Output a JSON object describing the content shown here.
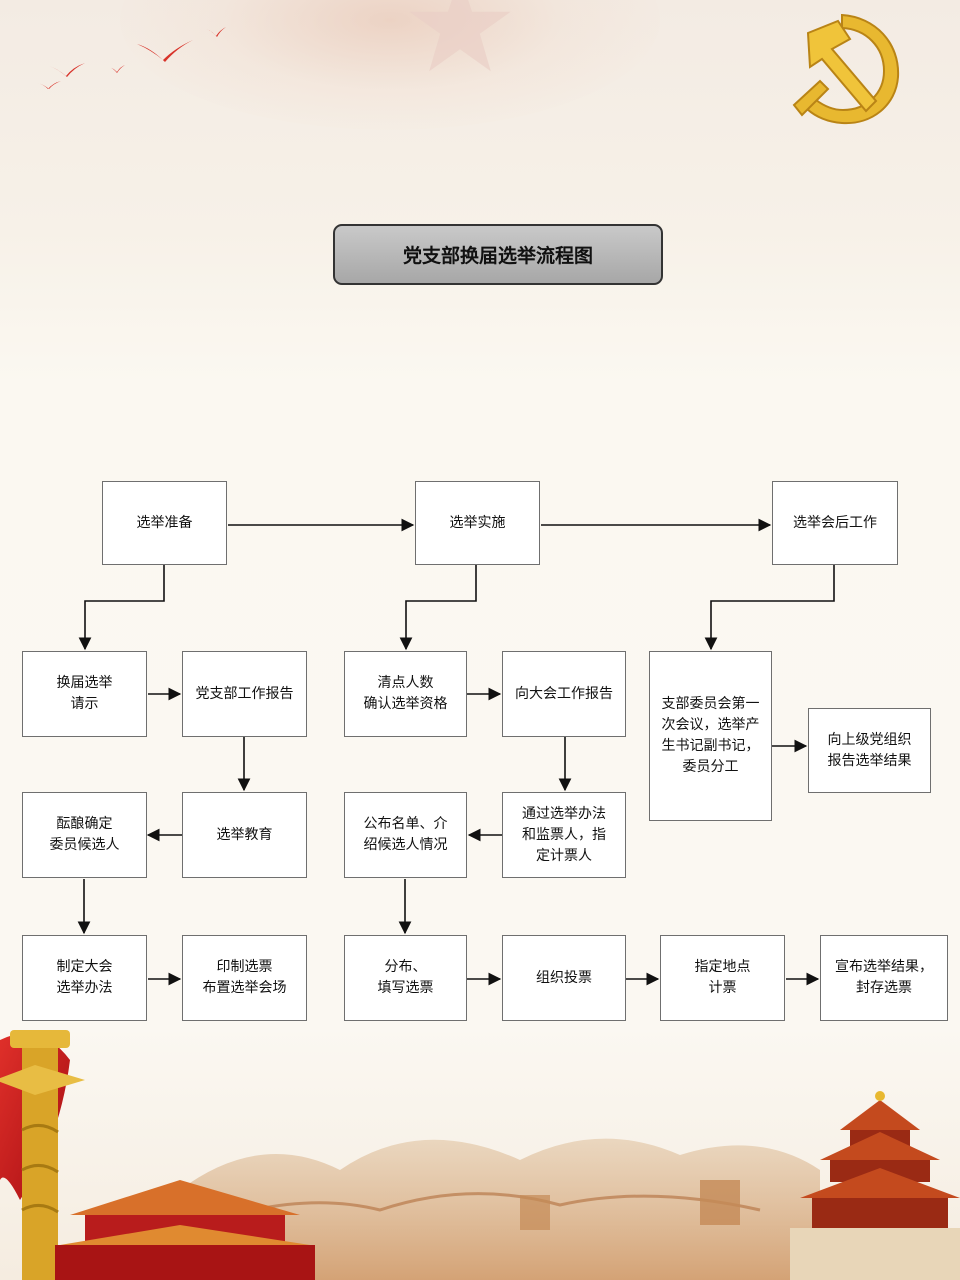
{
  "title": "党支部换届选举流程图",
  "nodes": {
    "prep": "选举准备",
    "impl": "选举实施",
    "post": "选举会后工作",
    "request": "换届选举\n请示",
    "report": "党支部工作报告",
    "count": "清点人数\n确认选举资格",
    "congress_report": "向大会工作报告",
    "first_meeting": "支部委员会第一\n次会议，选举产\n生书记副书记，\n委员分工",
    "report_up": "向上级党组织\n报告选举结果",
    "deliberate": "酝酿确定\n委员候选人",
    "education": "选举教育",
    "publish": "公布名单、介\n绍候选人情况",
    "adopt": "通过选举办法\n和监票人，指\n定计票人",
    "draft_rules": "制定大会\n选举办法",
    "print": "印制选票\n布置选举会场",
    "distribute": "分布、\n填写选票",
    "vote": "组织投票",
    "tally": "指定地点\n计票",
    "announce": "宣布选举结果，\n封存选票"
  },
  "colors": {
    "box_border": "#6f6f6f",
    "arrow": "#111111",
    "title_fill": "#b5b5b5",
    "emblem": "#e8b830",
    "flag_red": "#c8181c"
  },
  "icons": [
    "party-emblem-icon",
    "bird-icon",
    "star-icon",
    "huabiao-pillar-icon",
    "tiananmen-icon",
    "temple-of-heaven-icon",
    "great-wall-icon"
  ]
}
